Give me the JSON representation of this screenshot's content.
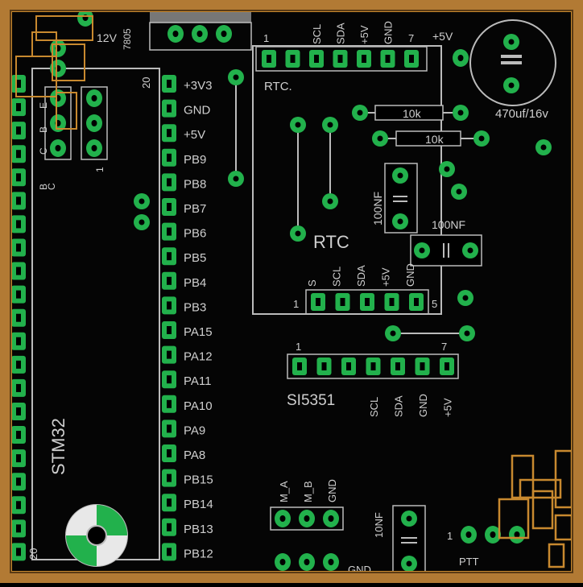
{
  "board": {
    "title": "STM32",
    "top_left_labels": [
      "12V",
      "7805"
    ],
    "top_right_label": "+5V",
    "left_header_letters": [
      "B",
      "C",
      "E",
      "B",
      "C"
    ],
    "left_header_number": "1"
  },
  "stm32": {
    "pin_number_top": "20",
    "pin_number_bottom": "20",
    "pins": [
      "+3V3",
      "GND",
      "+5V",
      "PB9",
      "PB8",
      "PB7",
      "PB6",
      "PB5",
      "PB4",
      "PB3",
      "PA15",
      "PA12",
      "PA11",
      "PA10",
      "PA9",
      "PA8",
      "PB15",
      "PB14",
      "PB13",
      "PB12"
    ]
  },
  "rtc_module": {
    "top_label": "RTC.",
    "center_label": "RTC",
    "top_pins": [
      "SCL",
      "SDA",
      "+5V",
      "GND"
    ],
    "top_pin_first": "1",
    "top_pin_last": "7",
    "bottom_pins": [
      "S",
      "SCL",
      "SDA",
      "+5V",
      "GND"
    ],
    "bottom_pin_first": "1",
    "bottom_pin_last": "5"
  },
  "components": {
    "resistor_1": "10k",
    "resistor_2": "10k",
    "cap_1": "100NF",
    "cap_2": "100NF",
    "cap_3": "10NF",
    "electrolytic": "470uf/16v"
  },
  "si5351": {
    "label": "SI5351",
    "pin_first": "1",
    "pin_last": "7",
    "pins": [
      "SCL",
      "SDA",
      "GND",
      "+5V"
    ]
  },
  "motor_header": {
    "labels": [
      "M_A",
      "M_B",
      "GND"
    ]
  },
  "bottom_labels": {
    "gnd": "GND",
    "ptt": "PTT",
    "right_pin": "1"
  },
  "colors": {
    "frame": "#b27a34",
    "pad": "#22b14c",
    "silkscreen": "#c8c8c8"
  }
}
